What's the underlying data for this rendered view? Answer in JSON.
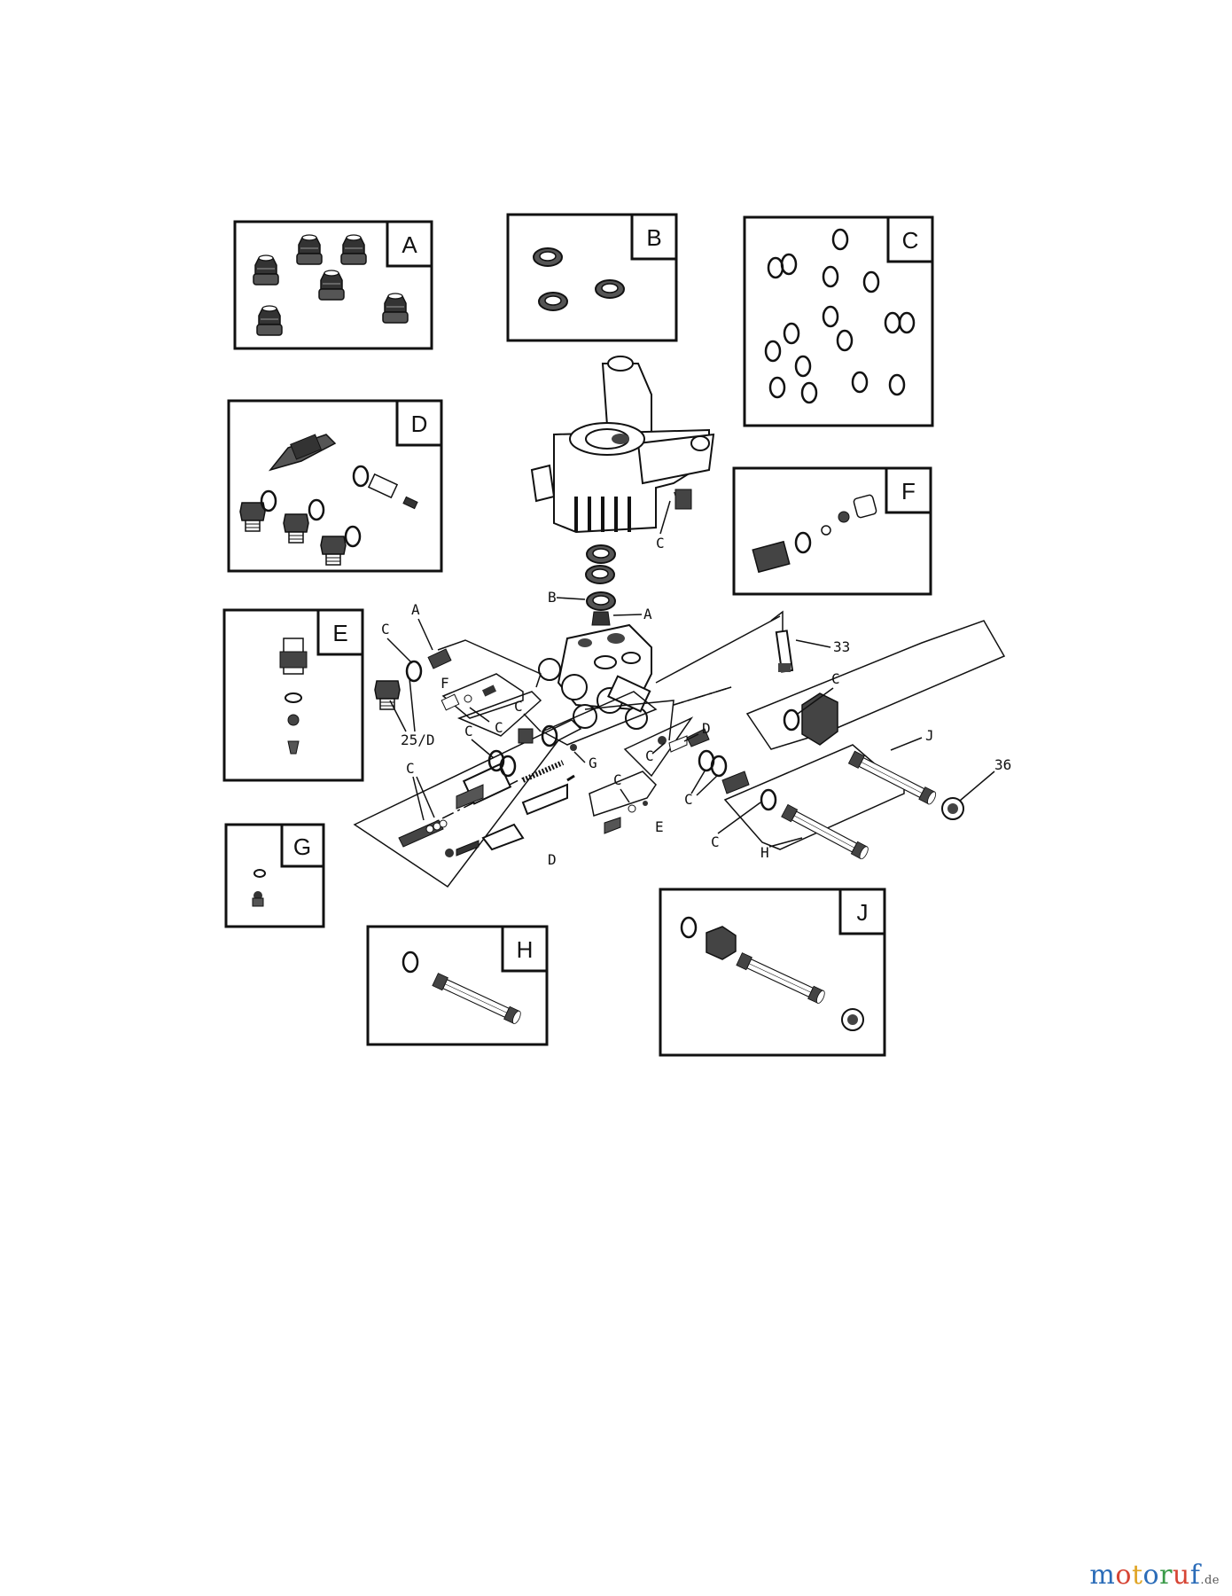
{
  "kits": [
    {
      "id": "kit-A",
      "letter": "A"
    },
    {
      "id": "kit-B",
      "letter": "B"
    },
    {
      "id": "kit-C",
      "letter": "C"
    },
    {
      "id": "kit-D",
      "letter": "D"
    },
    {
      "id": "kit-E",
      "letter": "E"
    },
    {
      "id": "kit-F",
      "letter": "F"
    },
    {
      "id": "kit-G",
      "letter": "G"
    },
    {
      "id": "kit-H",
      "letter": "H"
    },
    {
      "id": "kit-J",
      "letter": "J"
    }
  ],
  "callouts": {
    "c_upper": "C",
    "b_seal": "B",
    "a_valve": "A",
    "a_left": "A",
    "c_left": "C",
    "f_left": "F",
    "c_f1": "C",
    "c_mid": "C",
    "c_mid2": "C",
    "part_25d": "25/D",
    "part_33": "33",
    "c_right": "C",
    "j_right": "J",
    "part_36": "36",
    "d_right": "D",
    "c_right2": "C",
    "c_right3": "C",
    "g_mid": "G",
    "c_low": "C",
    "e_low": "E",
    "c_left_low": "C",
    "d_low": "D",
    "c_h": "C",
    "h_label": "H"
  },
  "watermark": {
    "letters": [
      "m",
      "o",
      "t",
      "o",
      "r",
      "u",
      "f"
    ],
    "letter_colors": [
      "#2b6cb8",
      "#d64535",
      "#e0a526",
      "#2b6cb8",
      "#3a9a48",
      "#d64535",
      "#2b6cb8"
    ],
    "suffix": ".de"
  },
  "colors": {
    "ink": "#111111",
    "background": "#ffffff"
  }
}
